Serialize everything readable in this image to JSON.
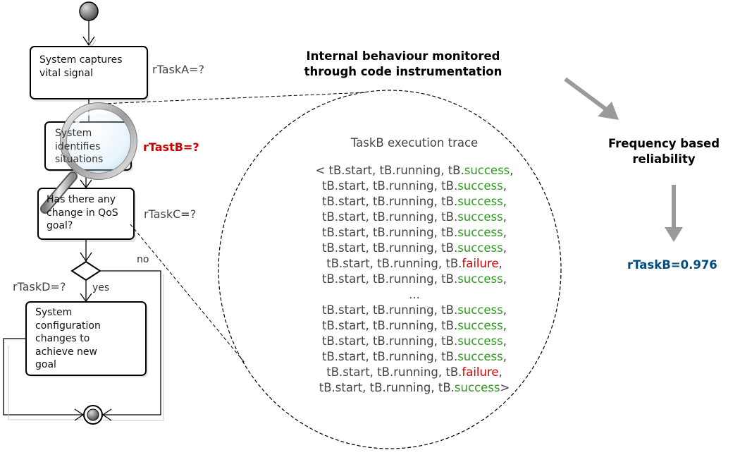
{
  "activity": {
    "node_a": "System captures vital signal",
    "node_b": "System identifies situations",
    "node_c": "Has there any change in QoS goal?",
    "node_d": "System configuration changes to achieve new goal",
    "label_a": "rTaskA=?",
    "label_b": "rTastB=?",
    "label_c": "rTaskC=?",
    "label_d": "rTaskD=?",
    "branch_no": "no",
    "branch_yes": "yes"
  },
  "headings": {
    "internal": "Internal behaviour monitored through code instrumentation",
    "frequency": "Frequency based reliability",
    "result": "rTaskB=0.976"
  },
  "trace": {
    "title": "TaskB execution trace",
    "prefix": "tB.start, tB.running, tB.",
    "success": "success",
    "failure": "failure",
    "open": "<",
    "close": ">",
    "ellipsis": "...",
    "before": [
      "success",
      "success",
      "success",
      "success",
      "success",
      "success",
      "failure",
      "success"
    ],
    "after": [
      "success",
      "success",
      "success",
      "success",
      "failure",
      "success"
    ]
  },
  "colors": {
    "success": "#2e9a1f",
    "failure": "#d40000",
    "highlight_label": "#cc0000",
    "result": "#004d80",
    "arrow": "#9a9a9a"
  }
}
